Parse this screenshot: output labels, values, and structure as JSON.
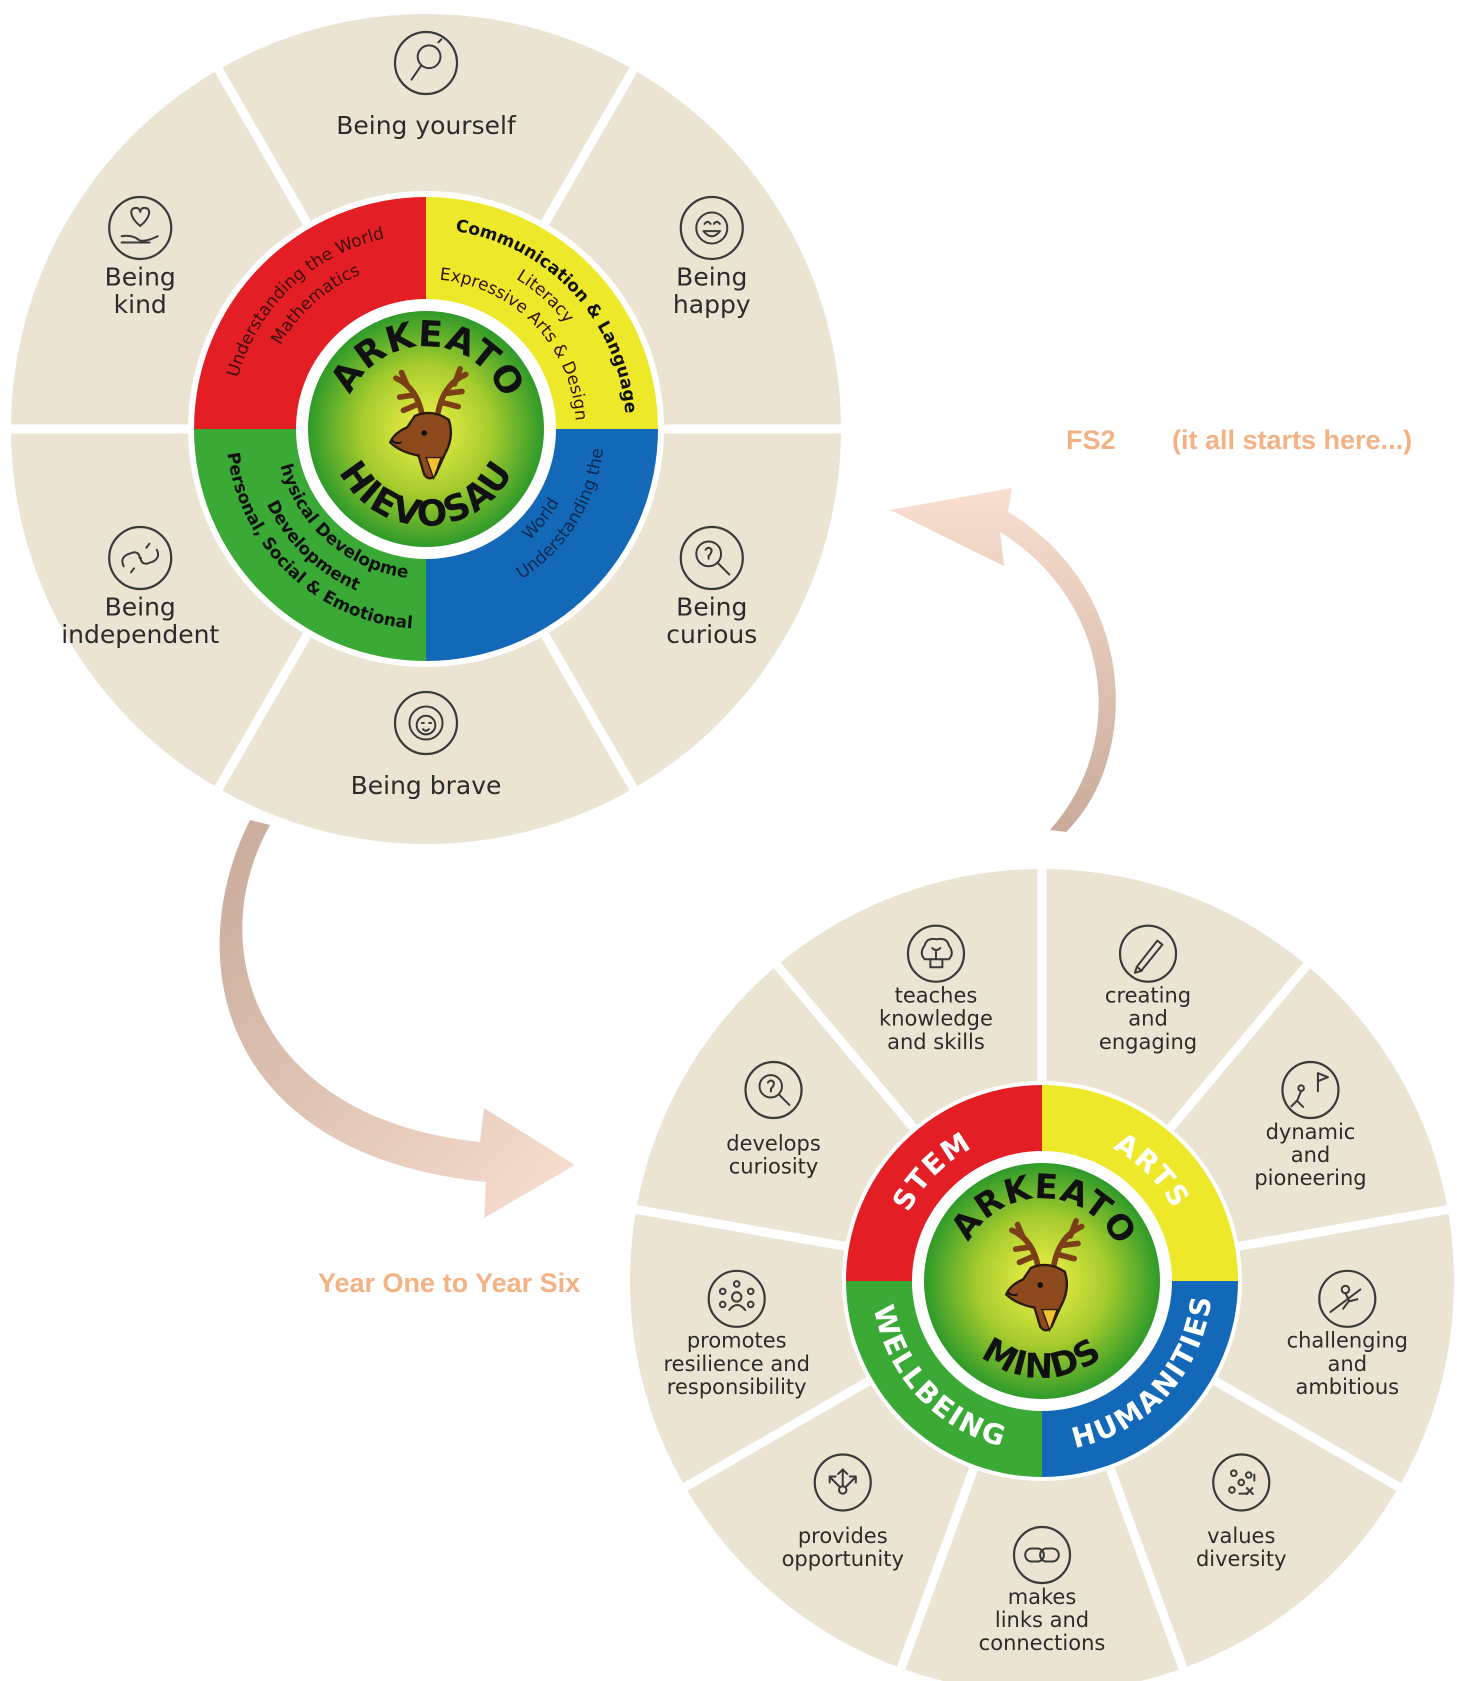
{
  "labels": {
    "fs2": "FS2",
    "fs2_note": "(it all starts here...)",
    "year_range": "Year One to Year Six"
  },
  "colors": {
    "wheel_bg": "#ece4d2",
    "divider": "#ffffff",
    "outline": "#3a3a3a",
    "red": "#e31e24",
    "yellow": "#ede92a",
    "blue": "#1369b8",
    "green": "#3aa935",
    "arrow": "#c9aa9b",
    "arrow_fade": "#f8dfcf",
    "accent_text": "#f4b183"
  },
  "top_wheel": {
    "segments": [
      {
        "lines": [
          "Being yourself"
        ],
        "icon": "mirror-icon"
      },
      {
        "lines": [
          "Being",
          "happy"
        ],
        "icon": "smiley-icon"
      },
      {
        "lines": [
          "Being",
          "curious"
        ],
        "icon": "magnifier-icon"
      },
      {
        "lines": [
          "Being brave"
        ],
        "icon": "lion-icon"
      },
      {
        "lines": [
          "Being",
          "independent"
        ],
        "icon": "chain-icon"
      },
      {
        "lines": [
          "Being",
          "kind"
        ],
        "icon": "heart-hand-icon"
      }
    ],
    "quadrants": {
      "red": [
        "Understanding the World",
        "Mathematics"
      ],
      "yellow": [
        "Communication & Language",
        "Literacy",
        "Expressive Arts & Design"
      ],
      "blue": [
        "Understanding the",
        "World"
      ],
      "green": [
        "Physical Development",
        "Personal, Social & Emotional",
        "Development"
      ]
    },
    "center": {
      "top": "MARKEATON",
      "bottom": "ACHIEVOSAURS"
    }
  },
  "bottom_wheel": {
    "segments": [
      {
        "lines": [
          "creating",
          "and",
          "engaging"
        ],
        "icon": "pencil-icon"
      },
      {
        "lines": [
          "dynamic",
          "and",
          "pioneering"
        ],
        "icon": "flag-climber-icon"
      },
      {
        "lines": [
          "challenging",
          "and",
          "ambitious"
        ],
        "icon": "climber-icon"
      },
      {
        "lines": [
          "values",
          "diversity"
        ],
        "icon": "shapes-icon"
      },
      {
        "lines": [
          "makes",
          "links and",
          "connections"
        ],
        "icon": "link-icon"
      },
      {
        "lines": [
          "provides",
          "opportunity"
        ],
        "icon": "arrows-icon"
      },
      {
        "lines": [
          "promotes",
          "resilience and",
          "responsibility"
        ],
        "icon": "network-icon"
      },
      {
        "lines": [
          "develops",
          "curiosity"
        ],
        "icon": "magnifier-icon"
      },
      {
        "lines": [
          "teaches",
          "knowledge",
          "and skills"
        ],
        "icon": "brain-icon"
      }
    ],
    "ring": {
      "red": "STEM",
      "yellow": "ARTS",
      "blue": "HUMANITIES",
      "green": "WELLBEING"
    },
    "center": {
      "top": "MARKEATON",
      "bottom": "MINDS"
    }
  }
}
